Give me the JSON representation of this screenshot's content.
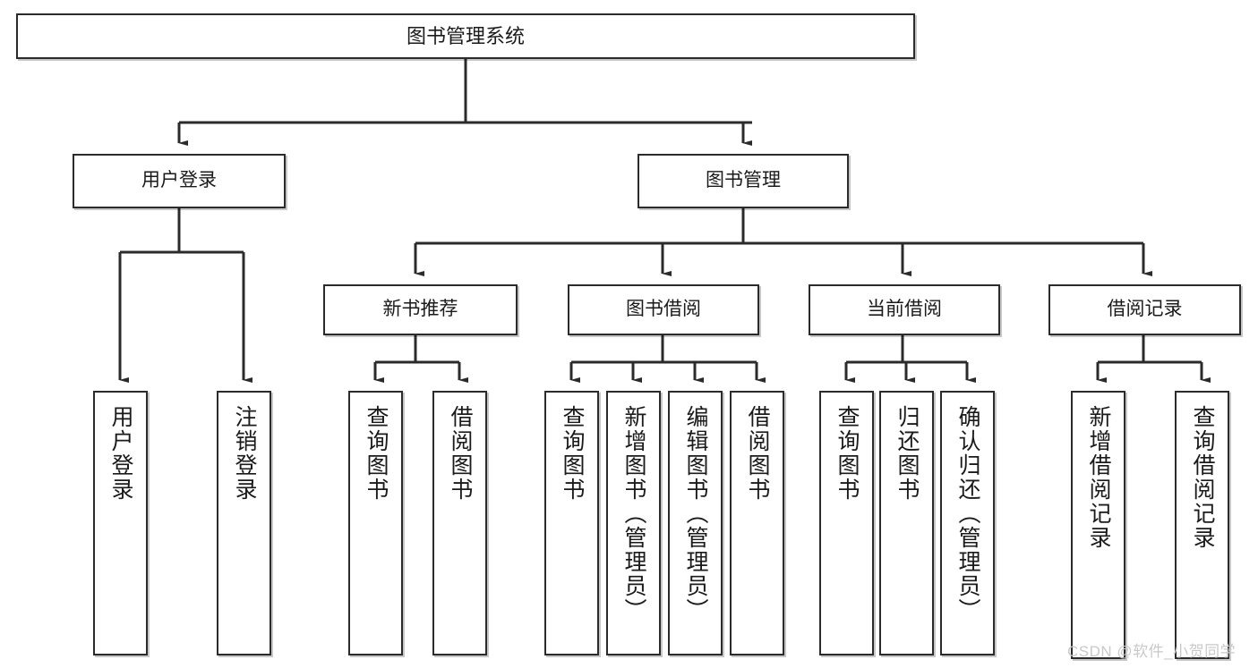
{
  "diagram": {
    "type": "tree-hierarchy",
    "title": "图书管理系统",
    "root": {
      "label": "图书管理系统"
    },
    "level2": [
      {
        "label": "用户登录"
      },
      {
        "label": "图书管理"
      }
    ],
    "level3": [
      {
        "label": "新书推荐"
      },
      {
        "label": "图书借阅"
      },
      {
        "label": "当前借阅"
      },
      {
        "label": "借阅记录"
      }
    ],
    "leaves": {
      "user_login": [
        {
          "label": "用户登录"
        },
        {
          "label": "注销登录"
        }
      ],
      "new_book_recommend": [
        {
          "label": "查询图书"
        },
        {
          "label": "借阅图书"
        }
      ],
      "book_borrow": [
        {
          "label": "查询图书"
        },
        {
          "label": "新增图书（管理员）"
        },
        {
          "label": "编辑图书（管理员）"
        },
        {
          "label": "借阅图书"
        }
      ],
      "current_borrow": [
        {
          "label": "查询图书"
        },
        {
          "label": "归还图书"
        },
        {
          "label": "确认归还（管理员）"
        }
      ],
      "borrow_record": [
        {
          "label": "新增借阅记录"
        },
        {
          "label": "查询借阅记录"
        }
      ]
    }
  },
  "watermark": {
    "text": "CSDN @软件_小贺同学"
  },
  "colors": {
    "border": "#2b2b2b",
    "background": "#ffffff",
    "text": "#1a1a1a",
    "watermark": "#c9c9c9"
  }
}
